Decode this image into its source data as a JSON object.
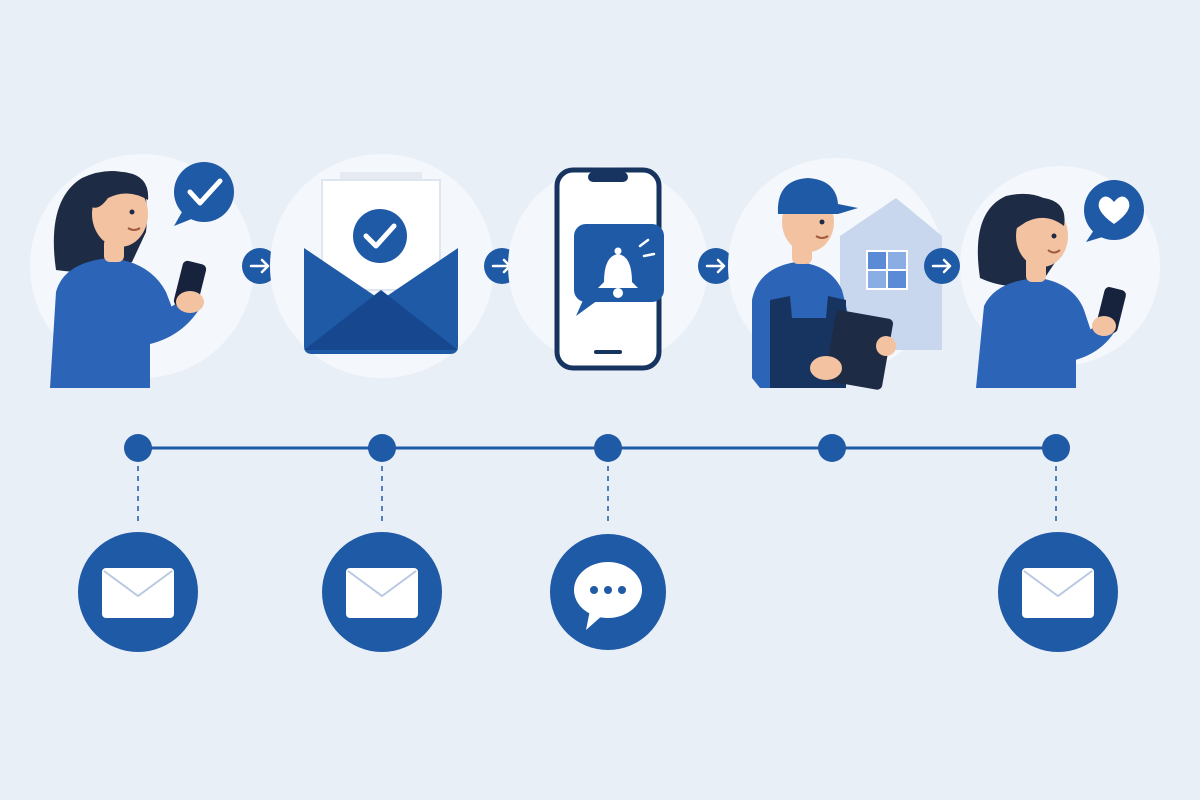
{
  "diagram": {
    "colors": {
      "background": "#e9eff7",
      "circle_fill": "#f4f7fb",
      "primary": "#1f5aa6",
      "navy": "#17335f",
      "light_blue": "#5b8bd6",
      "skin": "#f3c2a0",
      "hair": "#1e2b45",
      "white": "#ffffff"
    },
    "steps": [
      {
        "id": "order-placed",
        "scene": "woman-phone-confirm",
        "badge_icon": "checkmark-icon"
      },
      {
        "id": "email-confirmation",
        "scene": "envelope-letter-check",
        "badge_icon": "checkmark-icon"
      },
      {
        "id": "app-notification",
        "scene": "phone-bell-alert",
        "badge_icon": "bell-icon"
      },
      {
        "id": "technician-visit",
        "scene": "technician-clipboard-house",
        "badge_icon": "house-icon"
      },
      {
        "id": "customer-satisfied",
        "scene": "woman-phone-heart",
        "badge_icon": "heart-icon"
      }
    ],
    "timeline_nodes": [
      {
        "step": "order-placed",
        "channel": "email",
        "channel_icon": "envelope-icon"
      },
      {
        "step": "email-confirmation",
        "channel": "email",
        "channel_icon": "envelope-icon"
      },
      {
        "step": "app-notification",
        "channel": "chat",
        "channel_icon": "chat-bubble-icon"
      },
      {
        "step": "technician-visit",
        "channel": "",
        "channel_icon": ""
      },
      {
        "step": "customer-satisfied",
        "channel": "email",
        "channel_icon": "envelope-icon"
      }
    ],
    "connector_icon": "arrow-right-icon"
  }
}
